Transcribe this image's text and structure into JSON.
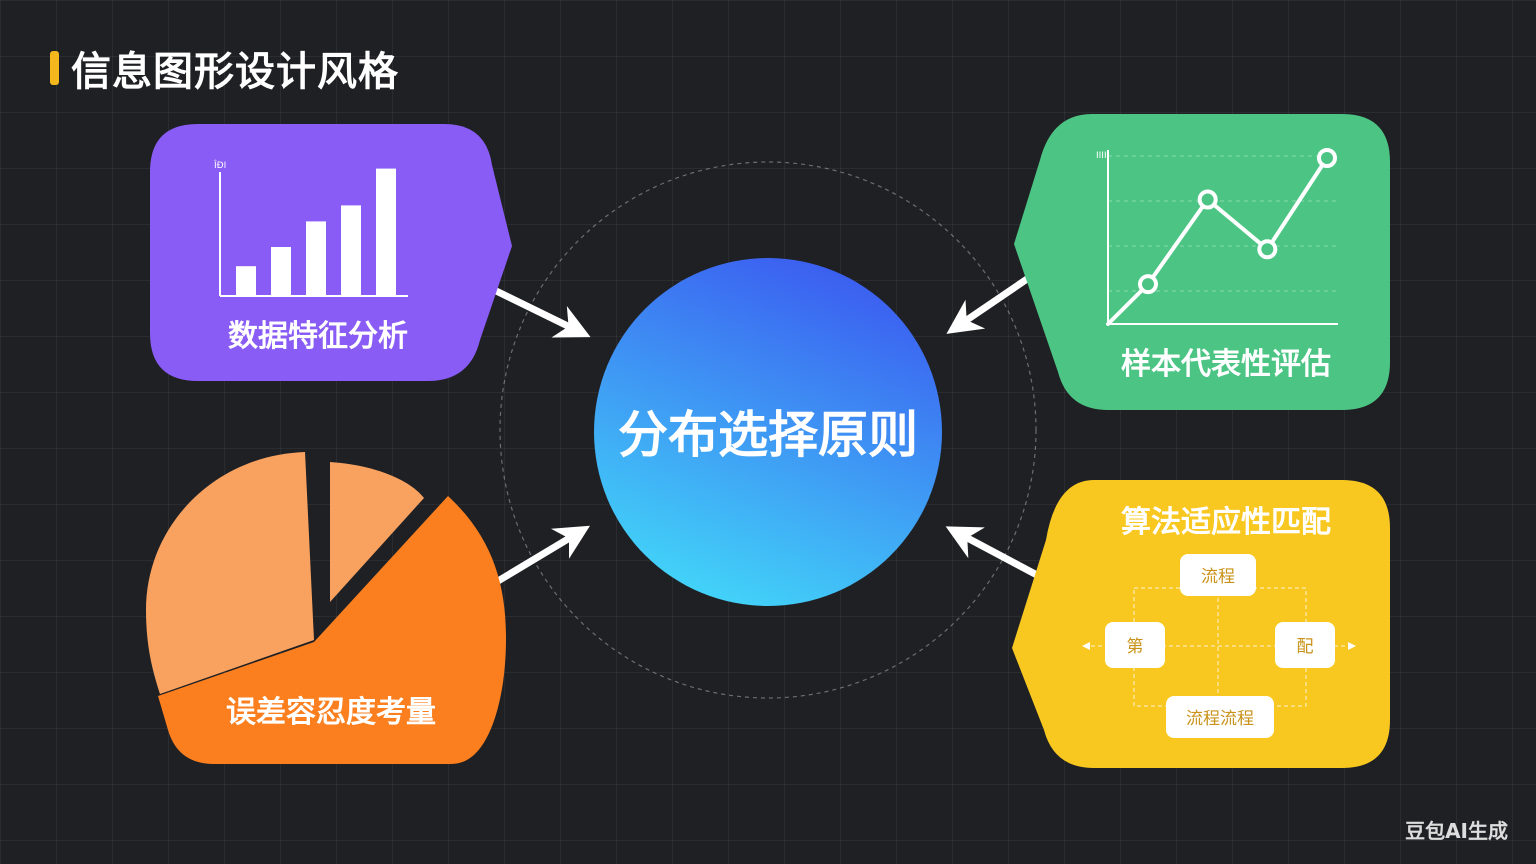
{
  "title": "信息图形设计风格",
  "center": {
    "label": "分布选择原则",
    "color_top": "#3b5bf0",
    "color_bottom": "#42d6f8"
  },
  "cards": {
    "data_features": {
      "label": "数据特征分析",
      "color": "#8a5cf6",
      "icon": "bar-chart-icon",
      "axis_label": "ÎÐI",
      "bar_values": [
        0.18,
        0.3,
        0.46,
        0.56,
        0.79
      ]
    },
    "sample_eval": {
      "label": "样本代表性评估",
      "color": "#4cc584",
      "icon": "line-chart-icon",
      "axis_label": "IIII",
      "line_values": [
        0.24,
        0.75,
        0.45,
        1.0
      ]
    },
    "error_tolerance": {
      "label": "误差容忍度考量",
      "color_light": "#f9a260",
      "color_dark": "#fb7f1f",
      "icon": "pie-chart-icon"
    },
    "algorithm_match": {
      "label": "算法适应性匹配",
      "color": "#f8c820",
      "text_color": "#c9921a",
      "icon": "flowchart-icon",
      "flow_nodes": {
        "top": "流程",
        "left": "第",
        "right": "配",
        "bottom": "流程流程"
      }
    }
  },
  "watermark": "豆包AI生成"
}
